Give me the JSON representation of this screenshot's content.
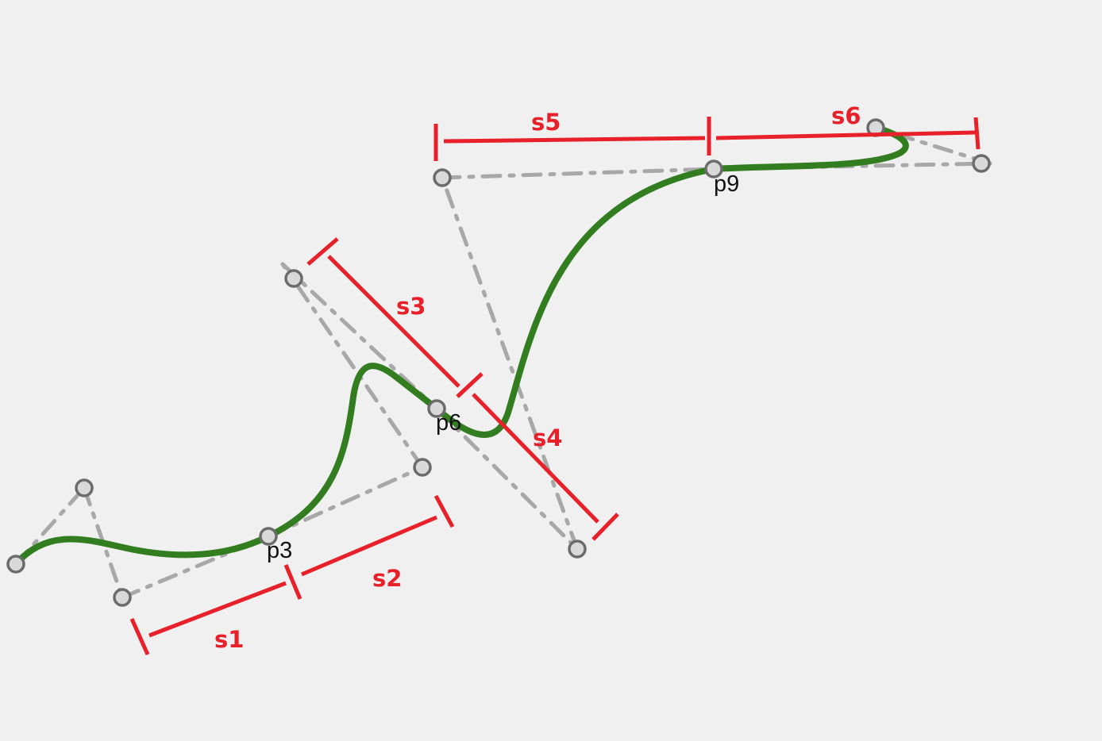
{
  "diagram": {
    "colors": {
      "background": "#f0f0f0",
      "curve": "#317d1f",
      "measure": "#e8202a",
      "control_line": "#a8a8a8",
      "point_fill": "#d9d9d9",
      "point_stroke": "#6b6b6b",
      "point_label": "#111111"
    },
    "point_labels": {
      "p3": "p3",
      "p6": "p6",
      "p9": "p9"
    },
    "segment_labels": {
      "s1": "s1",
      "s2": "s2",
      "s3": "s3",
      "s4": "s4",
      "s5": "s5",
      "s6": "s6"
    }
  }
}
